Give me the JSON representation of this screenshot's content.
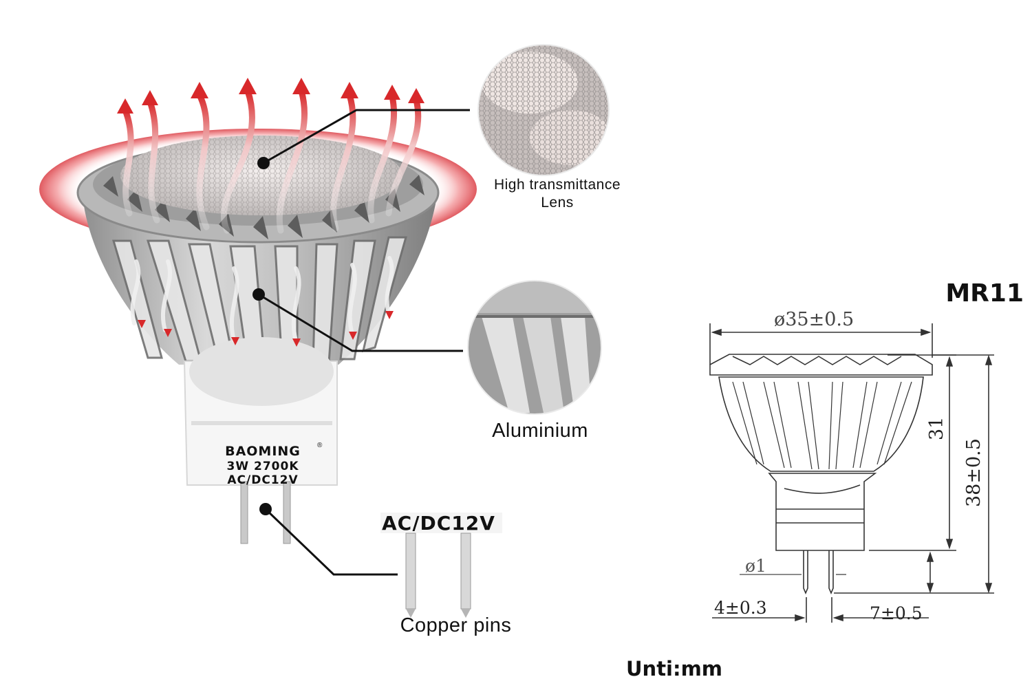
{
  "callouts": {
    "lens": "High transmittance\nLens",
    "aluminium": "Aluminium",
    "pins": "Copper pins"
  },
  "bulb_label": {
    "brand": "BAOMING",
    "registered_mark": "®",
    "spec": "3W 2700K",
    "voltage": "AC/DC12V"
  },
  "pin_closeup_text": "AC/DC12V",
  "drawing": {
    "model": "MR11",
    "diameter": "ø35±0.5",
    "height_body": "31",
    "height_total": "38±0.5",
    "pin_diameter": "ø1",
    "pin_length": "4±0.3",
    "pin_spacing": "7±0.5",
    "unit": "Unti:mm"
  },
  "colors": {
    "heat_arrow": "#d8282a",
    "heat_ring": "#e8656a",
    "aluminium": "#a9a9a9",
    "base_white": "#f4f4f4"
  }
}
